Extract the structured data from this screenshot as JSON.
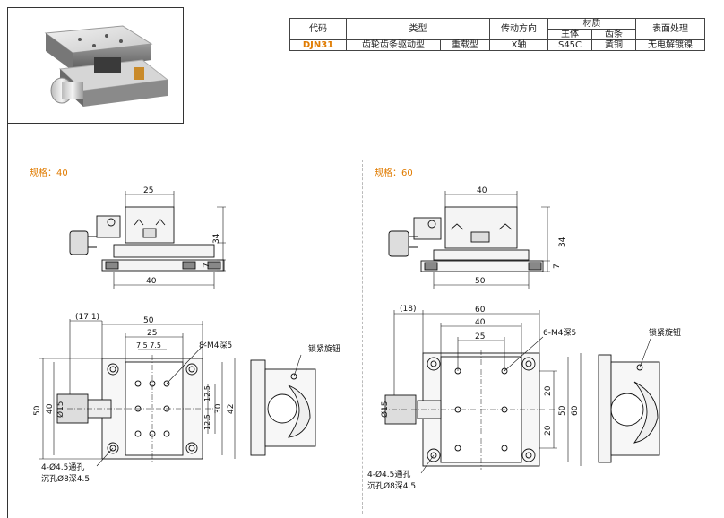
{
  "table": {
    "headers": {
      "code": "代码",
      "type": "类型",
      "drive": "传动方向",
      "material": "材质",
      "material_main": "主体",
      "material_rack": "齿条",
      "surface": "表面处理"
    },
    "row": {
      "code": "DJN31",
      "type1": "齿轮齿条驱动型",
      "type2": "重载型",
      "drive": "X轴",
      "main": "S45C",
      "rack": "黄铜",
      "surface": "无电解镀镍"
    }
  },
  "spec40": {
    "label": "规格：40",
    "side": {
      "top": "25",
      "height": "34",
      "foot": "7",
      "bottom": "40"
    },
    "plan": {
      "offset": "(17.1)",
      "w50": "50",
      "w25": "25",
      "small": "7.5 7.5",
      "tap": "8-M4深5",
      "knob": "锁紧旋钮",
      "h40": "40",
      "h50": "50",
      "dia": "Ø15",
      "v125a": "12.5",
      "v125b": "12.5",
      "v30": "30",
      "v42": "42",
      "hole1": "4-Ø4.5通孔",
      "hole2": "沉孔Ø8深4.5"
    }
  },
  "spec60": {
    "label": "规格：60",
    "side": {
      "top": "40",
      "height": "34",
      "foot": "7",
      "bottom": "50"
    },
    "plan": {
      "offset": "(18)",
      "w60": "60",
      "w40": "40",
      "w25": "25",
      "tap": "6-M4深5",
      "knob": "锁紧旋钮",
      "dia": "Ø15",
      "v20a": "20",
      "v20b": "20",
      "v50": "50",
      "v60": "60",
      "hole1": "4-Ø4.5通孔",
      "hole2": "沉孔Ø8深4.5"
    }
  }
}
